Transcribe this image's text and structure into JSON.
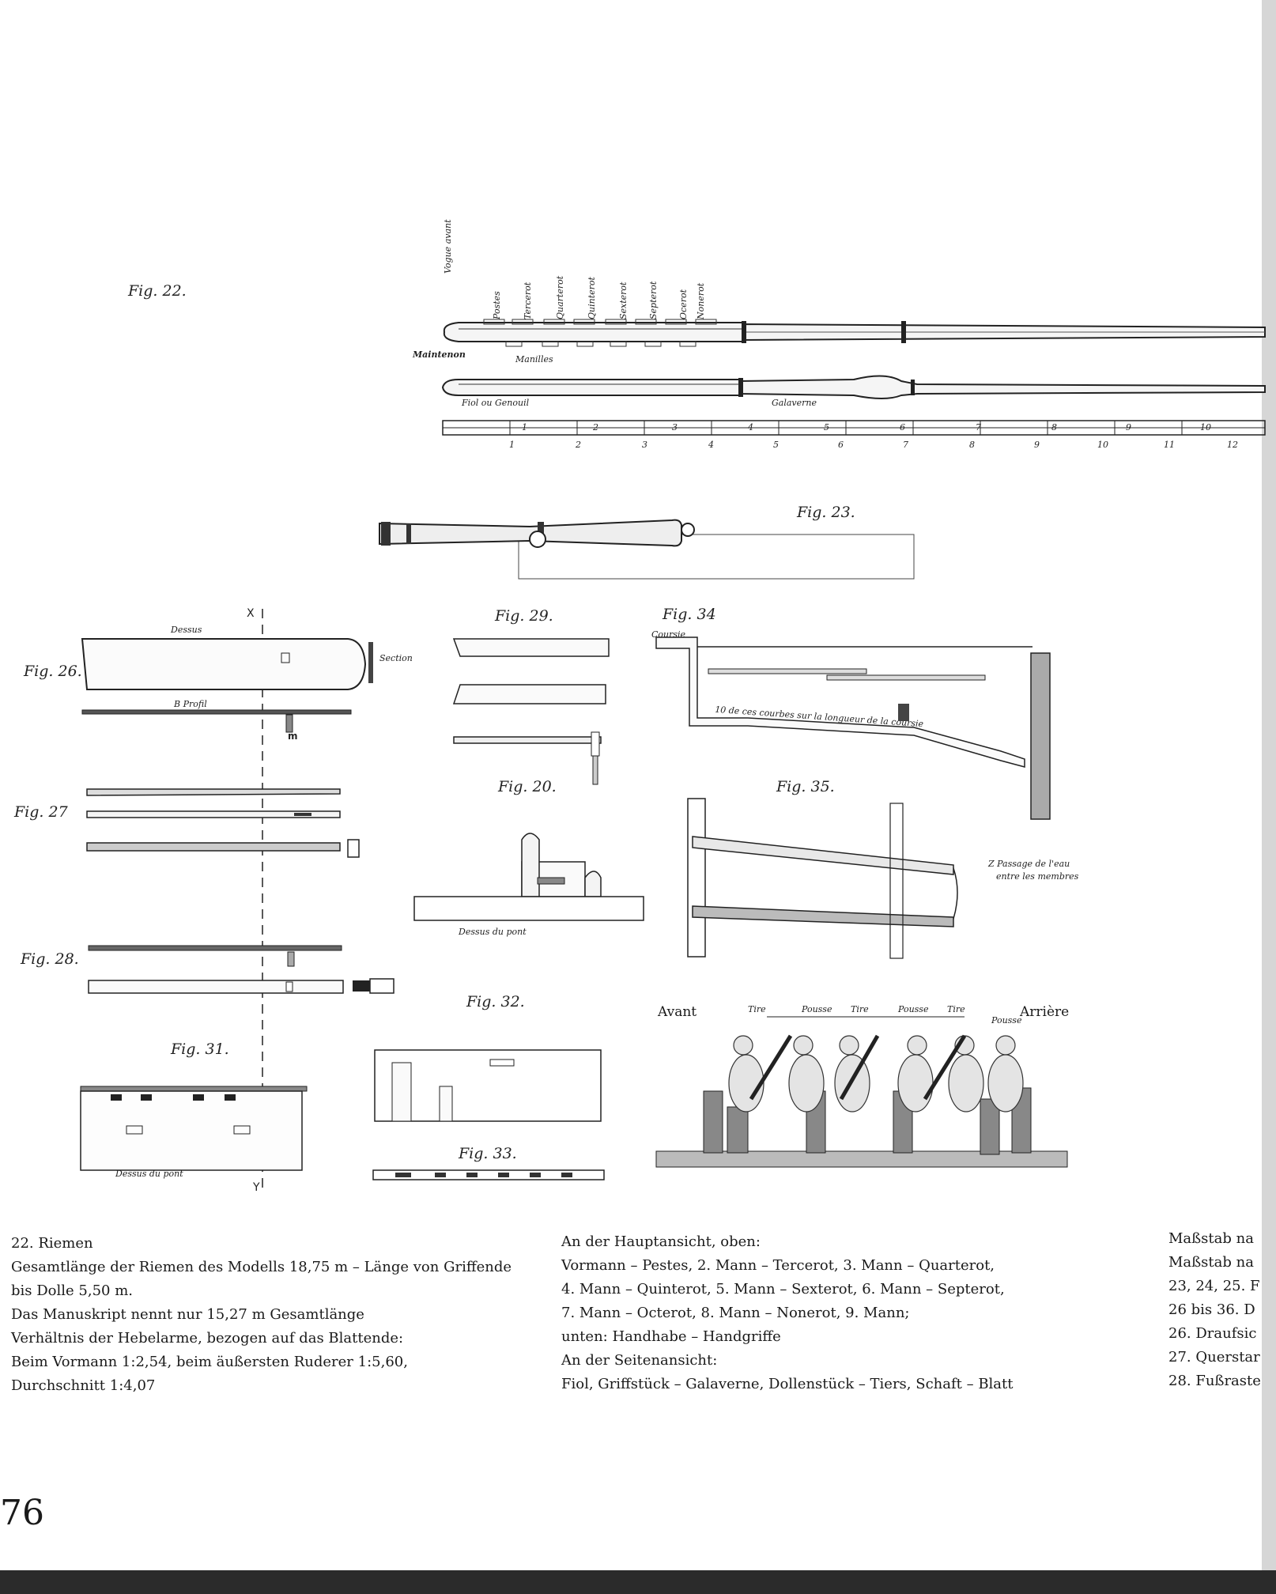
{
  "figures": {
    "fig22": {
      "label": "Fig. 22.",
      "station_labels": [
        "Vogue avant",
        "Postes",
        "Tercerot",
        "Quarterot",
        "Quinterot",
        "Sexterot",
        "Septerot",
        "Ocerot",
        "Nonerot"
      ],
      "maintenon": "Maintenon",
      "manilles": "Manilles",
      "fiol": "Fiol ou Genouil",
      "galaverne": "Galaverne",
      "scale_top": [
        "1",
        "2",
        "3",
        "4",
        "5",
        "6",
        "7",
        "8",
        "9",
        "10"
      ],
      "scale_bottom": [
        "1",
        "2",
        "3",
        "4",
        "5",
        "6",
        "7",
        "8",
        "9",
        "10",
        "11",
        "12"
      ]
    },
    "fig23": {
      "label": "Fig. 23."
    },
    "fig26": {
      "label": "Fig. 26.",
      "dessus": "Dessus",
      "b": "B",
      "profil": "B Profil",
      "section": "Section",
      "m": "m",
      "x": "X"
    },
    "fig27": {
      "label": "Fig. 27"
    },
    "fig28": {
      "label": "Fig. 28."
    },
    "fig29": {
      "label": "Fig. 29."
    },
    "fig20": {
      "label": "Fig. 20.",
      "dessus_du_pont": "Dessus du pont"
    },
    "fig31": {
      "label": "Fig. 31.",
      "dessus_du_pont": "Dessus du pont",
      "y": "Y"
    },
    "fig32": {
      "label": "Fig. 32."
    },
    "fig33": {
      "label": "Fig. 33."
    },
    "fig34": {
      "label": "Fig. 34",
      "coursie": "Coursie",
      "courbes": "10 de ces courbes sur la longueur de la coursie"
    },
    "fig35": {
      "label": "Fig. 35.",
      "z_note_1": "Z Passage de l'eau",
      "z_note_2": "entre les membres"
    },
    "rowers": {
      "avant": "Avant",
      "arriere": "Arrière",
      "tire": "Tire",
      "pousse": "Pousse"
    }
  },
  "captions": {
    "left": [
      "22. Riemen",
      "Gesamtlänge der Riemen des Modells 18,75 m – Länge von Griffende",
      "bis Dolle 5,50 m.",
      "Das Manuskript nennt nur 15,27 m Gesamtlänge",
      "Verhältnis der Hebelarme, bezogen auf das Blattende:",
      "Beim Vormann 1:2,54, beim äußersten Ruderer 1:5,60,",
      "Durchschnitt 1:4,07"
    ],
    "middle": [
      "An der Hauptansicht, oben:",
      "Vormann – Pestes, 2. Mann – Tercerot, 3. Mann – Quarterot,",
      "4. Mann – Quinterot, 5. Mann – Sexterot, 6. Mann – Septerot,",
      "7. Mann – Octerot, 8. Mann – Nonerot, 9. Mann;",
      "unten: Handhabe – Handgriffe",
      "An der Seitenansicht:",
      "Fiol, Griffstück – Galaverne, Dollenstück – Tiers, Schaft – Blatt"
    ],
    "right": [
      "Maßstab na",
      "Maßstab na",
      "23, 24, 25. F",
      "26 bis 36. D",
      "26. Draufsic",
      "27. Querstar",
      "28. Fußraste"
    ]
  },
  "page_number": "76"
}
